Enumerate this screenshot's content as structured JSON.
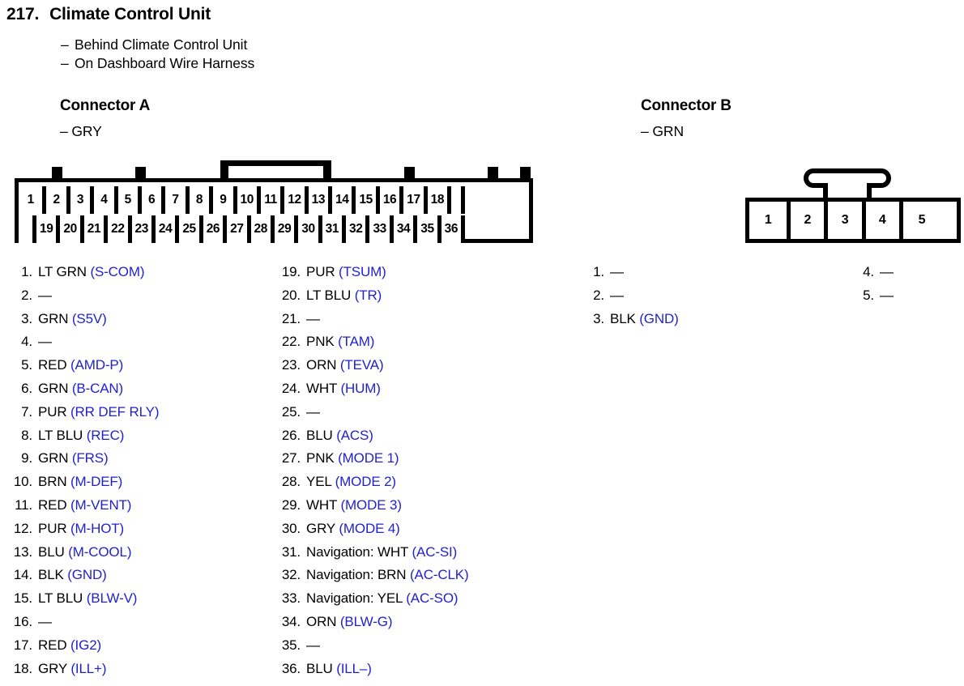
{
  "header": {
    "section_number": "217.",
    "title": "Climate Control Unit",
    "notes": [
      "Behind Climate Control Unit",
      "On Dashboard Wire Harness"
    ]
  },
  "colors": {
    "signal_blue": "#2222cc",
    "text_black": "#000000",
    "background": "#ffffff"
  },
  "connector_a": {
    "title": "Connector A",
    "color_note": "– GRY",
    "top_row_pins": [
      "1",
      "2",
      "3",
      "4",
      "5",
      "6",
      "7",
      "8",
      "9",
      "10",
      "11",
      "12",
      "13",
      "14",
      "15",
      "16",
      "17",
      "18"
    ],
    "bottom_row_pins": [
      "19",
      "20",
      "21",
      "22",
      "23",
      "24",
      "25",
      "26",
      "27",
      "28",
      "29",
      "30",
      "31",
      "32",
      "33",
      "34",
      "35",
      "36"
    ],
    "pins": [
      {
        "num": "1.",
        "wire": "LT GRN",
        "signal": "(S-COM)"
      },
      {
        "num": "2.",
        "wire": "—",
        "signal": ""
      },
      {
        "num": "3.",
        "wire": "GRN",
        "signal": "(S5V)"
      },
      {
        "num": "4.",
        "wire": "—",
        "signal": ""
      },
      {
        "num": "5.",
        "wire": "RED",
        "signal": "(AMD-P)"
      },
      {
        "num": "6.",
        "wire": "GRN",
        "signal": "(B-CAN)"
      },
      {
        "num": "7.",
        "wire": "PUR",
        "signal": "(RR DEF RLY)"
      },
      {
        "num": "8.",
        "wire": "LT BLU",
        "signal": "(REC)"
      },
      {
        "num": "9.",
        "wire": "GRN",
        "signal": "(FRS)"
      },
      {
        "num": "10.",
        "wire": "BRN",
        "signal": "(M-DEF)"
      },
      {
        "num": "11.",
        "wire": "RED",
        "signal": "(M-VENT)"
      },
      {
        "num": "12.",
        "wire": "PUR",
        "signal": "(M-HOT)"
      },
      {
        "num": "13.",
        "wire": "BLU",
        "signal": "(M-COOL)"
      },
      {
        "num": "14.",
        "wire": "BLK",
        "signal": "(GND)"
      },
      {
        "num": "15.",
        "wire": "LT BLU",
        "signal": "(BLW-V)"
      },
      {
        "num": "16.",
        "wire": "—",
        "signal": ""
      },
      {
        "num": "17.",
        "wire": "RED",
        "signal": "(IG2)"
      },
      {
        "num": "18.",
        "wire": "GRY",
        "signal": "(ILL+)"
      },
      {
        "num": "19.",
        "wire": "PUR",
        "signal": "(TSUM)"
      },
      {
        "num": "20.",
        "wire": "LT BLU",
        "signal": "(TR)"
      },
      {
        "num": "21.",
        "wire": "—",
        "signal": ""
      },
      {
        "num": "22.",
        "wire": "PNK",
        "signal": "(TAM)"
      },
      {
        "num": "23.",
        "wire": "ORN",
        "signal": "(TEVA)"
      },
      {
        "num": "24.",
        "wire": "WHT",
        "signal": "(HUM)"
      },
      {
        "num": "25.",
        "wire": "—",
        "signal": ""
      },
      {
        "num": "26.",
        "wire": "BLU",
        "signal": "(ACS)"
      },
      {
        "num": "27.",
        "wire": "PNK",
        "signal": "(MODE 1)"
      },
      {
        "num": "28.",
        "wire": "YEL",
        "signal": "(MODE 2)"
      },
      {
        "num": "29.",
        "wire": "WHT",
        "signal": "(MODE 3)"
      },
      {
        "num": "30.",
        "wire": "GRY",
        "signal": "(MODE 4)"
      },
      {
        "num": "31.",
        "wire": "Navigation: WHT",
        "signal": "(AC-SI)"
      },
      {
        "num": "32.",
        "wire": "Navigation: BRN",
        "signal": "(AC-CLK)"
      },
      {
        "num": "33.",
        "wire": "Navigation: YEL",
        "signal": "(AC-SO)"
      },
      {
        "num": "34.",
        "wire": "ORN",
        "signal": "(BLW-G)"
      },
      {
        "num": "35.",
        "wire": "—",
        "signal": ""
      },
      {
        "num": "36.",
        "wire": "BLU",
        "signal": "(ILL–)"
      }
    ]
  },
  "connector_b": {
    "title": "Connector B",
    "color_note": "– GRN",
    "row_pins": [
      "1",
      "2",
      "3",
      "4",
      "5"
    ],
    "pins": [
      {
        "num": "1.",
        "wire": "—",
        "signal": ""
      },
      {
        "num": "2.",
        "wire": "—",
        "signal": ""
      },
      {
        "num": "3.",
        "wire": "BLK",
        "signal": "(GND)"
      },
      {
        "num": "4.",
        "wire": "—",
        "signal": ""
      },
      {
        "num": "5.",
        "wire": "—",
        "signal": ""
      }
    ]
  }
}
